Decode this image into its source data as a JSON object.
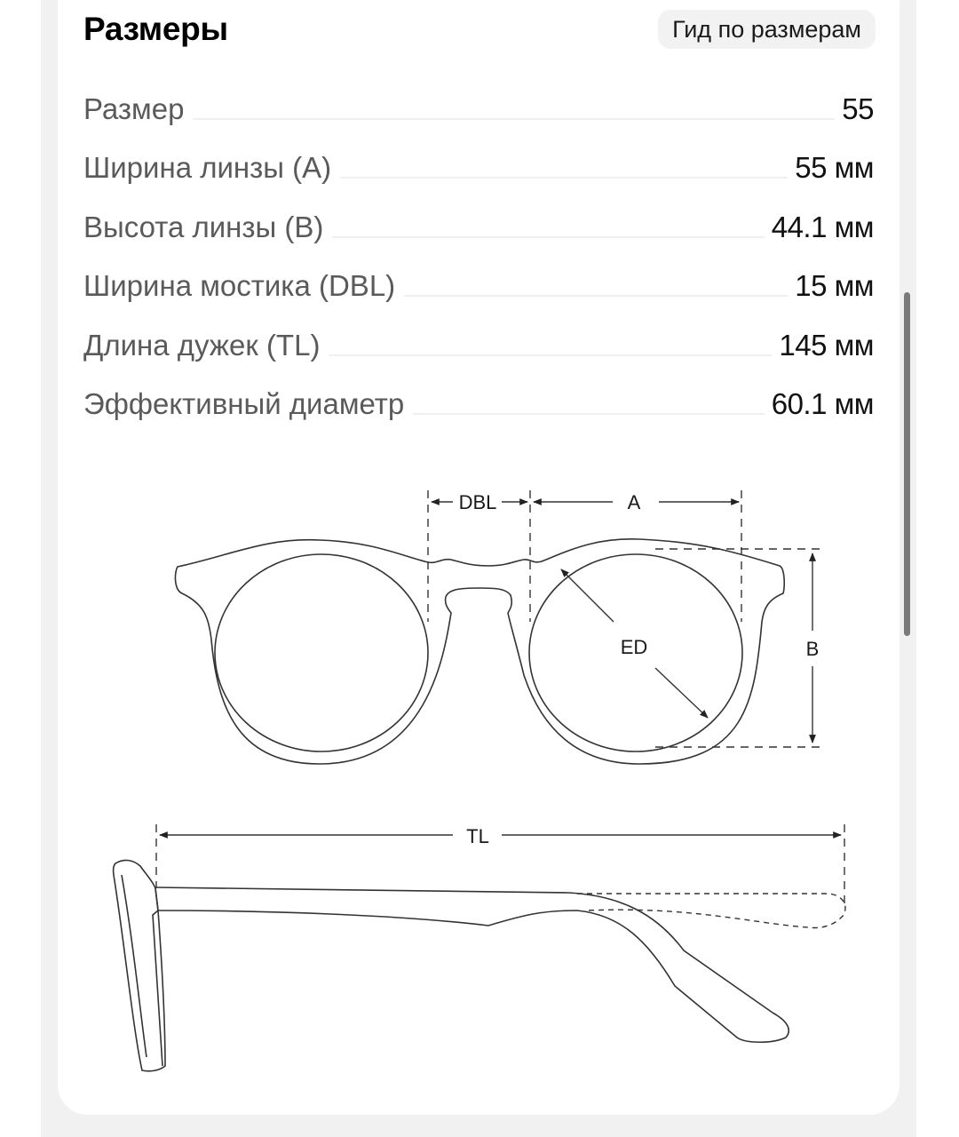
{
  "header": {
    "title": "Размеры",
    "guide_button": "Гид по размерам"
  },
  "specs": [
    {
      "label": "Размер",
      "value": "55"
    },
    {
      "label": "Ширина линзы (A)",
      "value": "55 мм"
    },
    {
      "label": "Высота линзы (B)",
      "value": "44.1 мм"
    },
    {
      "label": "Ширина мостика (DBL)",
      "value": "15 мм"
    },
    {
      "label": "Длина дужек (TL)",
      "value": "145 мм"
    },
    {
      "label": "Эффективный диаметр",
      "value": "60.1 мм"
    }
  ],
  "diagram": {
    "front_labels": {
      "dbl": "DBL",
      "a": "A",
      "ed": "ED",
      "b": "B"
    },
    "side_labels": {
      "tl": "TL"
    }
  },
  "colors": {
    "panel_bg": "#f1f1f1",
    "card_bg": "#ffffff",
    "button_bg": "#f2f2f2",
    "label_text": "#5a5a5a",
    "value_text": "#111111",
    "scrollbar_thumb": "#7a7a7a"
  }
}
